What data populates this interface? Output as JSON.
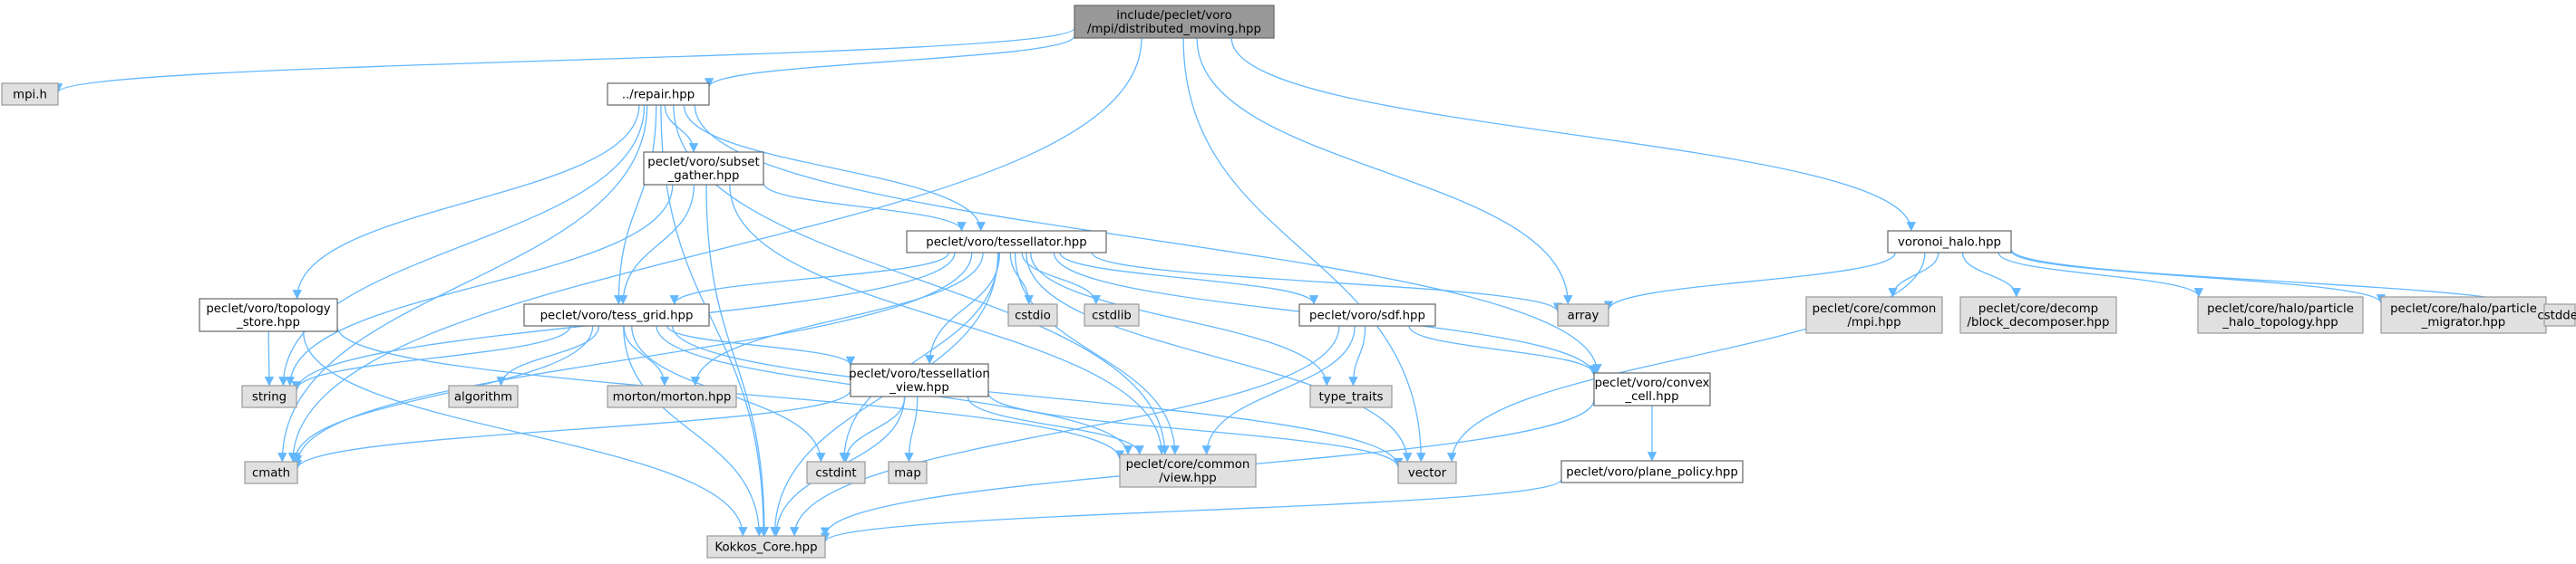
{
  "diagram": {
    "colors": {
      "root_fill": "#999999",
      "root_stroke": "#666666",
      "documented_fill": "#ffffff",
      "documented_stroke": "#666666",
      "external_fill": "#e0e0e0",
      "external_stroke": "#999999",
      "edge": "#63b8ff"
    },
    "nodes": [
      {
        "id": "root",
        "kind": "root",
        "lines": [
          "include/peclet/voro",
          "/mpi/distributed_moving.hpp"
        ]
      },
      {
        "id": "mpi_h",
        "kind": "external",
        "lines": [
          "mpi.h"
        ]
      },
      {
        "id": "repair",
        "kind": "documented",
        "lines": [
          "../repair.hpp"
        ]
      },
      {
        "id": "subset_gather",
        "kind": "documented",
        "lines": [
          "peclet/voro/subset",
          "_gather.hpp"
        ]
      },
      {
        "id": "tessellator",
        "kind": "documented",
        "lines": [
          "peclet/voro/tessellator.hpp"
        ]
      },
      {
        "id": "topology_store",
        "kind": "documented",
        "lines": [
          "peclet/voro/topology",
          "_store.hpp"
        ]
      },
      {
        "id": "tess_grid",
        "kind": "documented",
        "lines": [
          "peclet/voro/tess_grid.hpp"
        ]
      },
      {
        "id": "sdf",
        "kind": "documented",
        "lines": [
          "peclet/voro/sdf.hpp"
        ]
      },
      {
        "id": "tessellation_view",
        "kind": "documented",
        "lines": [
          "peclet/voro/tessellation",
          "_view.hpp"
        ]
      },
      {
        "id": "convex_cell",
        "kind": "documented",
        "lines": [
          "peclet/voro/convex",
          "_cell.hpp"
        ]
      },
      {
        "id": "plane_policy",
        "kind": "documented",
        "lines": [
          "peclet/voro/plane_policy.hpp"
        ]
      },
      {
        "id": "voronoi_halo",
        "kind": "documented",
        "lines": [
          "voronoi_halo.hpp"
        ]
      },
      {
        "id": "array",
        "kind": "external",
        "lines": [
          "array"
        ]
      },
      {
        "id": "cstdio",
        "kind": "external",
        "lines": [
          "cstdio"
        ]
      },
      {
        "id": "cstdlib",
        "kind": "external",
        "lines": [
          "cstdlib"
        ]
      },
      {
        "id": "string",
        "kind": "external",
        "lines": [
          "string"
        ]
      },
      {
        "id": "algorithm",
        "kind": "external",
        "lines": [
          "algorithm"
        ]
      },
      {
        "id": "morton",
        "kind": "external",
        "lines": [
          "morton/morton.hpp"
        ]
      },
      {
        "id": "type_traits",
        "kind": "external",
        "lines": [
          "type_traits"
        ]
      },
      {
        "id": "cmath",
        "kind": "external",
        "lines": [
          "cmath"
        ]
      },
      {
        "id": "cstdint",
        "kind": "external",
        "lines": [
          "cstdint"
        ]
      },
      {
        "id": "map",
        "kind": "external",
        "lines": [
          "map"
        ]
      },
      {
        "id": "view_hpp",
        "kind": "external",
        "lines": [
          "peclet/core/common",
          "/view.hpp"
        ]
      },
      {
        "id": "vector",
        "kind": "external",
        "lines": [
          "vector"
        ]
      },
      {
        "id": "kokkos",
        "kind": "external",
        "lines": [
          "Kokkos_Core.hpp"
        ]
      },
      {
        "id": "mpi_hpp",
        "kind": "external",
        "lines": [
          "peclet/core/common",
          "/mpi.hpp"
        ]
      },
      {
        "id": "block_decomposer",
        "kind": "external",
        "lines": [
          "peclet/core/decomp",
          "/block_decomposer.hpp"
        ]
      },
      {
        "id": "halo_topology",
        "kind": "external",
        "lines": [
          "peclet/core/halo/particle",
          "_halo_topology.hpp"
        ]
      },
      {
        "id": "particle_migrator",
        "kind": "external",
        "lines": [
          "peclet/core/halo/particle",
          "_migrator.hpp"
        ]
      },
      {
        "id": "cstddef",
        "kind": "external",
        "lines": [
          "cstddef"
        ]
      }
    ],
    "edges": [
      [
        "root",
        "mpi_h"
      ],
      [
        "root",
        "repair"
      ],
      [
        "root",
        "cmath"
      ],
      [
        "root",
        "array"
      ],
      [
        "root",
        "vector"
      ],
      [
        "root",
        "voronoi_halo"
      ],
      [
        "repair",
        "subset_gather"
      ],
      [
        "repair",
        "tessellator"
      ],
      [
        "repair",
        "topology_store"
      ],
      [
        "repair",
        "tess_grid"
      ],
      [
        "repair",
        "convex_cell"
      ],
      [
        "repair",
        "view_hpp"
      ],
      [
        "repair",
        "string"
      ],
      [
        "repair",
        "cmath"
      ],
      [
        "repair",
        "kokkos"
      ],
      [
        "subset_gather",
        "tessellator"
      ],
      [
        "subset_gather",
        "tess_grid"
      ],
      [
        "subset_gather",
        "string"
      ],
      [
        "subset_gather",
        "view_hpp"
      ],
      [
        "subset_gather",
        "kokkos"
      ],
      [
        "tessellator",
        "tess_grid"
      ],
      [
        "tessellator",
        "sdf"
      ],
      [
        "tessellator",
        "tessellation_view"
      ],
      [
        "tessellator",
        "convex_cell"
      ],
      [
        "tessellator",
        "array"
      ],
      [
        "tessellator",
        "cstdio"
      ],
      [
        "tessellator",
        "cstdlib"
      ],
      [
        "tessellator",
        "string"
      ],
      [
        "tessellator",
        "morton"
      ],
      [
        "tessellator",
        "type_traits"
      ],
      [
        "tessellator",
        "cmath"
      ],
      [
        "tessellator",
        "cstdint"
      ],
      [
        "tessellator",
        "view_hpp"
      ],
      [
        "tessellator",
        "vector"
      ],
      [
        "tessellator",
        "kokkos"
      ],
      [
        "topology_store",
        "string"
      ],
      [
        "topology_store",
        "view_hpp"
      ],
      [
        "topology_store",
        "kokkos"
      ],
      [
        "tess_grid",
        "string"
      ],
      [
        "tess_grid",
        "algorithm"
      ],
      [
        "tess_grid",
        "morton"
      ],
      [
        "tess_grid",
        "tessellation_view"
      ],
      [
        "tess_grid",
        "cmath"
      ],
      [
        "tess_grid",
        "cstdint"
      ],
      [
        "tess_grid",
        "view_hpp"
      ],
      [
        "tess_grid",
        "vector"
      ],
      [
        "tess_grid",
        "kokkos"
      ],
      [
        "sdf",
        "type_traits"
      ],
      [
        "sdf",
        "convex_cell"
      ],
      [
        "sdf",
        "view_hpp"
      ],
      [
        "sdf",
        "kokkos"
      ],
      [
        "tessellation_view",
        "cmath"
      ],
      [
        "tessellation_view",
        "cstdint"
      ],
      [
        "tessellation_view",
        "map"
      ],
      [
        "tessellation_view",
        "view_hpp"
      ],
      [
        "tessellation_view",
        "vector"
      ],
      [
        "tessellation_view",
        "kokkos"
      ],
      [
        "convex_cell",
        "plane_policy"
      ],
      [
        "convex_cell",
        "kokkos"
      ],
      [
        "plane_policy",
        "kokkos"
      ],
      [
        "voronoi_halo",
        "array"
      ],
      [
        "voronoi_halo",
        "mpi_hpp"
      ],
      [
        "voronoi_halo",
        "block_decomposer"
      ],
      [
        "voronoi_halo",
        "halo_topology"
      ],
      [
        "voronoi_halo",
        "particle_migrator"
      ],
      [
        "voronoi_halo",
        "cstddef"
      ],
      [
        "voronoi_halo",
        "vector"
      ]
    ]
  }
}
